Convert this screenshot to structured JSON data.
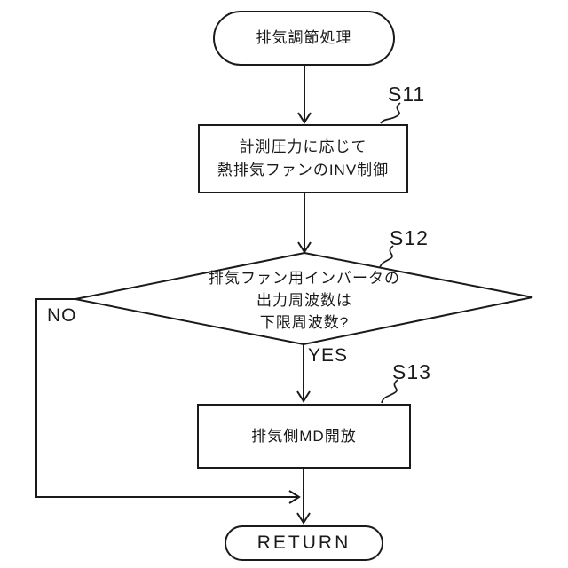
{
  "figure": {
    "background_color": "#ffffff",
    "line_color": "#1a1a1a",
    "text_color": "#1a1a1a"
  },
  "flowchart": {
    "start_terminal": {
      "label": "排気調節処理"
    },
    "step_s11": {
      "id": "S11",
      "line1": "計測圧力に応じて",
      "line2": "熱排気ファンのINV制御"
    },
    "decision_s12": {
      "id": "S12",
      "line1": "排気ファン用インバータの",
      "line2": "出力周波数は",
      "line3": "下限周波数?"
    },
    "step_s13": {
      "id": "S13",
      "line1": "排気側MD開放"
    },
    "branch_no": "NO",
    "branch_yes": "YES",
    "end_terminal": {
      "label": "RETURN"
    }
  }
}
